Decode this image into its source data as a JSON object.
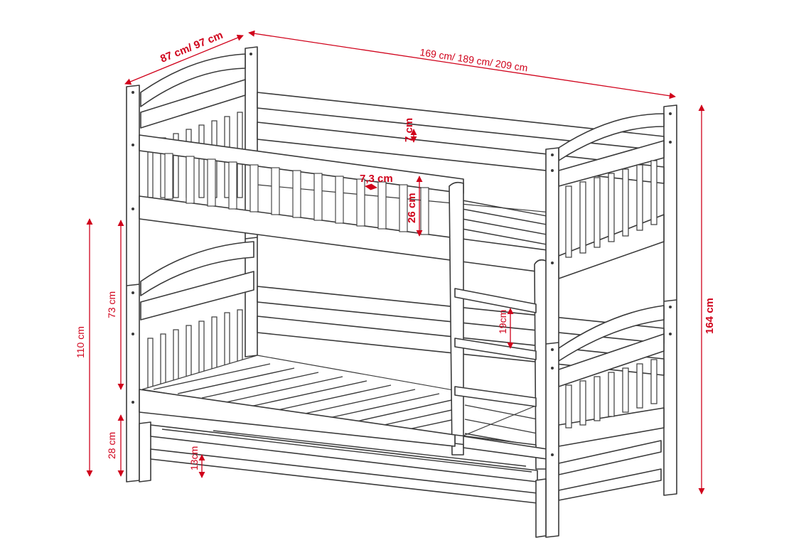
{
  "colors": {
    "dimension": "#d0021b",
    "outline": "#3a3a3a",
    "background": "#ffffff"
  },
  "dimensions": {
    "width": "87 cm/ 97 cm",
    "length": "169 cm/ 189 cm/ 209 cm",
    "rail_gap": "7 cm",
    "slat_gap": "7,3 cm",
    "rail_height": "26 cm",
    "ladder_step": "19cm",
    "total_height": "164 cm",
    "lower_bed_height": "110 cm",
    "upper_clearance": "73 cm",
    "lower_clearance": "28 cm",
    "drawer_height": "13cm"
  }
}
